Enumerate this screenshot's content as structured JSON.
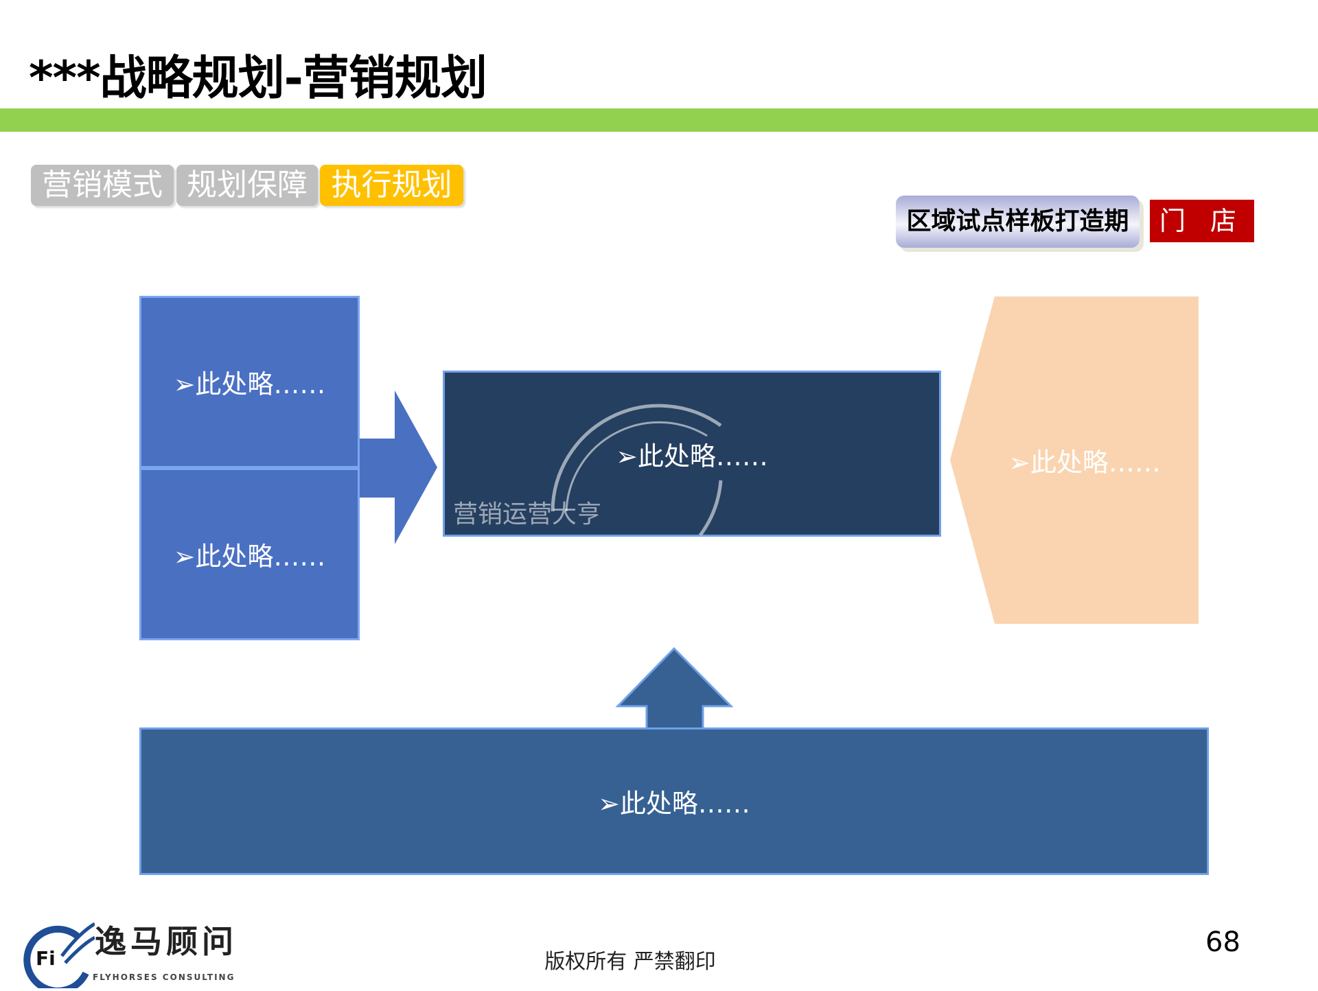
{
  "title": "***战略规划-营销规划",
  "tabs": [
    {
      "label": "营销模式",
      "active": false
    },
    {
      "label": "规划保障",
      "active": false
    },
    {
      "label": "执行规划",
      "active": true
    }
  ],
  "phase_badge": "区域试点样板打造期",
  "store_label": "门 店",
  "boxes": {
    "left_top": "➢此处略……",
    "left_bottom": "➢此处略……",
    "center": "➢此处略……",
    "right": "➢此处略……",
    "bottom": "➢此处略……"
  },
  "watermark": "营销运营大亨",
  "logo": {
    "cn": "逸马顾问",
    "en": "FLYHORSES CONSULTING"
  },
  "footer": "版权所有  严禁翻印",
  "page_number": "68",
  "colors": {
    "green_bar": "#92d050",
    "active_tab": "#ffc000",
    "inactive_tab": "#bfbfbf",
    "store": "#c00000",
    "peach": "#fad4b0"
  }
}
